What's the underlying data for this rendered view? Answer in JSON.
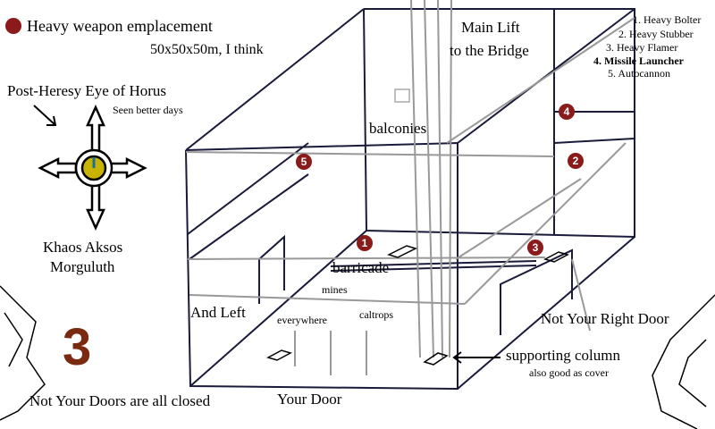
{
  "legend": {
    "marker_label": "Heavy weapon emplacement",
    "dimensions": "50x50x50m, I think",
    "marker_color": "#8b1a1a"
  },
  "weapons": [
    "1. Heavy Bolter",
    "2. Heavy Stubber",
    "3. Heavy Flamer",
    "4. Missile Launcher",
    "5. Autocannon"
  ],
  "symbol": {
    "title": "Post-Heresy Eye of Horus",
    "note": "Seen better days",
    "name_line1": "Khaos Aksos",
    "name_line2": "Morguluth",
    "eye_color": "#c8b400"
  },
  "room_labels": {
    "lift_line1": "Main Lift",
    "lift_line2": "to the Bridge",
    "balconies": "balconies",
    "barricade": "barricade",
    "mines": "mines",
    "everywhere": "everywhere",
    "caltrops": "caltrops",
    "and_left": "And Left",
    "your_door": "Your Door",
    "right_door": "Not Your Right Door",
    "column": "supporting column",
    "column_note": "also good as cover",
    "doors_closed": "Not Your Doors are all closed",
    "count_glyph": "3"
  },
  "markers": [
    "1",
    "2",
    "3",
    "4",
    "5"
  ]
}
